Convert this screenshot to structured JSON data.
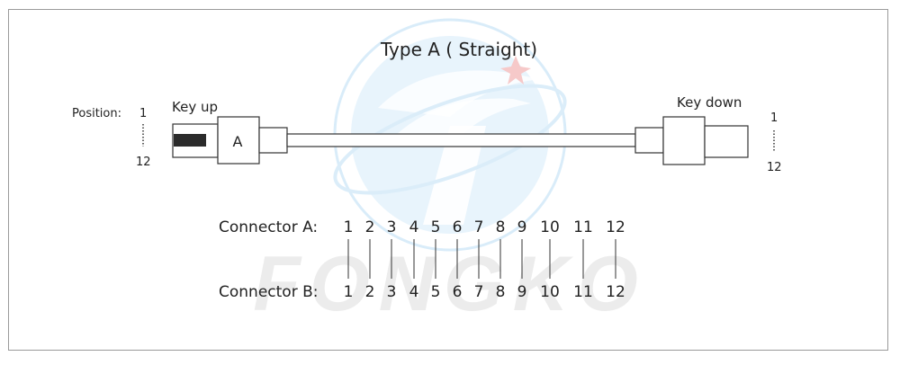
{
  "diagram": {
    "title": "Type A ( Straight)",
    "position_label": "Position:",
    "key_up_label": "Key up",
    "key_down_label": "Key down",
    "connector_a_letter": "A",
    "left_pos_top": "1",
    "left_pos_bottom": "12",
    "right_pos_top": "1",
    "right_pos_bottom": "12",
    "connector_a_label": "Connector A:",
    "connector_b_label": "Connector B:",
    "pins_a": [
      "1",
      "2",
      "3",
      "4",
      "5",
      "6",
      "7",
      "8",
      "9",
      "10",
      "11",
      "12"
    ],
    "pins_b": [
      "1",
      "2",
      "3",
      "4",
      "5",
      "6",
      "7",
      "8",
      "9",
      "10",
      "11",
      "12"
    ],
    "watermark_text": "FONGKO"
  },
  "colors": {
    "frame_border": "#9a9a9a",
    "line": "#333333",
    "key_fill": "#2b2b2b",
    "watermark_blue": "#cfe6f6",
    "watermark_gray": "#e9e9e9",
    "watermark_red": "#f7c9c9"
  }
}
